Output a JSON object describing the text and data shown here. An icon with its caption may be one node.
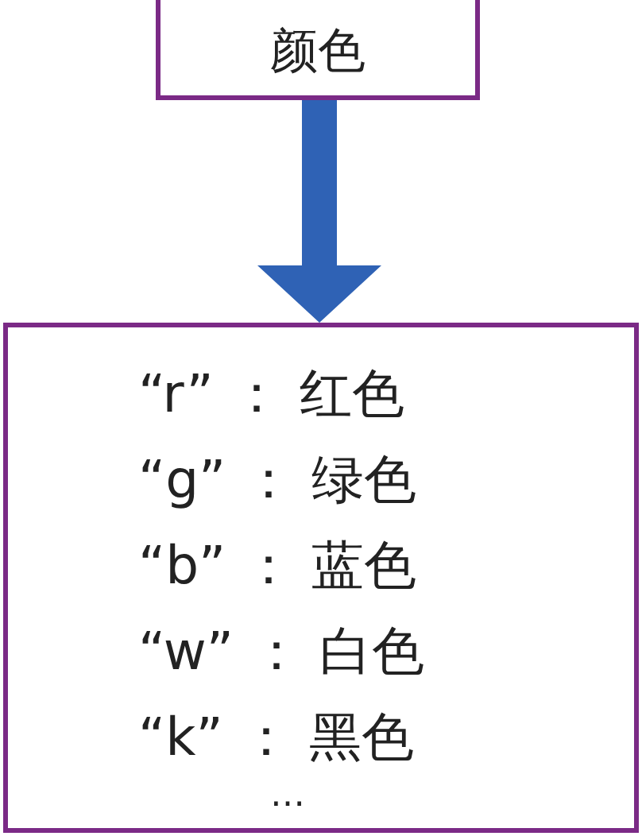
{
  "diagram": {
    "nodes": [
      {
        "text": [
          "颜色"
        ]
      },
      {
        "text": [
          "“r” ： 红色",
          "“g” ： 绿色",
          "“b” ： 蓝色",
          "“w” ： 白色",
          "“k” ： 黑色",
          "…"
        ]
      }
    ],
    "edges": [
      {
        "from": 0,
        "to": 1,
        "arrow": "to",
        "style": "thick",
        "color": "#2f62b5"
      }
    ]
  }
}
